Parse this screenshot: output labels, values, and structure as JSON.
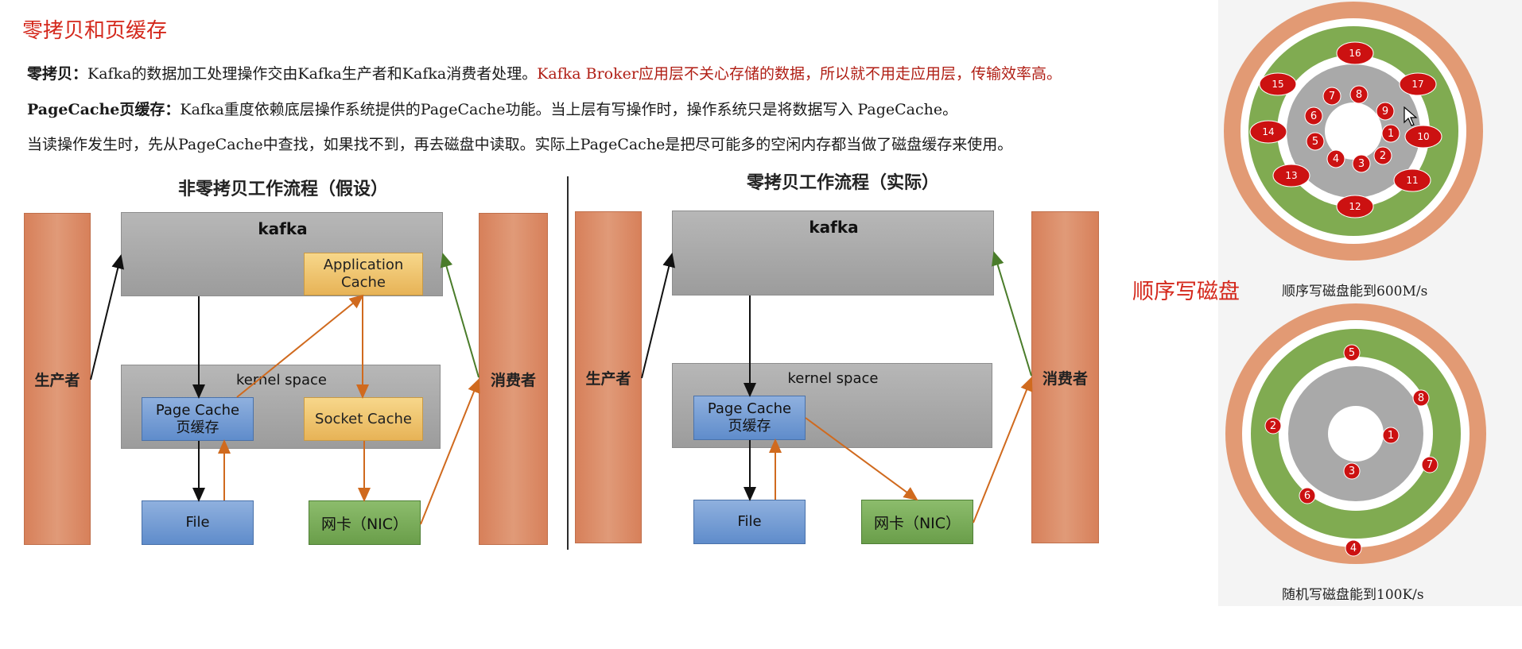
{
  "title": "零拷贝和页缓存",
  "paragraphs": {
    "line1_lead": "零拷贝：",
    "line1_body": "Kafka的数据加工处理操作交由Kafka生产者和Kafka消费者处理。",
    "line1_red": "Kafka Broker应用层不关心存储的数据，所以就不用走应用层，传输效率高。",
    "line2_lead": "PageCache",
    "line2_lead2": "页缓存：",
    "line2_body": "Kafka重度依赖底层操作系统提供的PageCache功能。当上层有写操作时，操作系统只是将数据写入 PageCache。",
    "line3_body": "当读操作发生时，先从PageCache中查找，如果找不到，再去磁盘中读取。实际上PageCache是把尽可能多的空闲内存都当做了磁盘缓存来使用。"
  },
  "left_diagram": {
    "title": "非零拷贝工作流程（假设）",
    "producer": "生产者",
    "consumer": "消费者",
    "kafka": "kafka",
    "app_cache_1": "Application",
    "app_cache_2": "Cache",
    "kernel": "kernel space",
    "page_cache_1": "Page Cache",
    "page_cache_2": "页缓存",
    "socket_cache": "Socket Cache",
    "file": "File",
    "nic": "网卡（NIC）"
  },
  "right_diagram": {
    "title": "零拷贝工作流程（实际）",
    "producer": "生产者",
    "consumer": "消费者",
    "kafka": "kafka",
    "kernel": "kernel space",
    "page_cache_1": "Page Cache",
    "page_cache_2": "页缓存",
    "file": "File",
    "nic": "网卡（NIC）"
  },
  "disks": {
    "seq_label": "顺序写磁盘",
    "seq_caption": "顺序写磁盘能到600M/s",
    "rand_caption": "随机写磁盘能到100K/s",
    "seq_numbers": [
      "1",
      "2",
      "3",
      "4",
      "5",
      "6",
      "7",
      "8",
      "9",
      "10",
      "11",
      "12",
      "13",
      "14",
      "15",
      "16",
      "17"
    ],
    "rand_numbers": [
      "1",
      "2",
      "3",
      "4",
      "5",
      "6",
      "7",
      "8"
    ]
  },
  "colors": {
    "title_red": "#d4281c",
    "orange_bar": "#d7805a",
    "kafka_gray": "#a8a8a8",
    "app_cache_yellow": "#f0c36a",
    "page_cache_blue": "#6f97d2",
    "nic_green": "#76a856",
    "arrow_orange": "#d06a1e",
    "arrow_green": "#4a7c2a",
    "disk_green": "#7ea94e",
    "disk_gray": "#aaaaaa",
    "badge_red": "#cc1111"
  }
}
